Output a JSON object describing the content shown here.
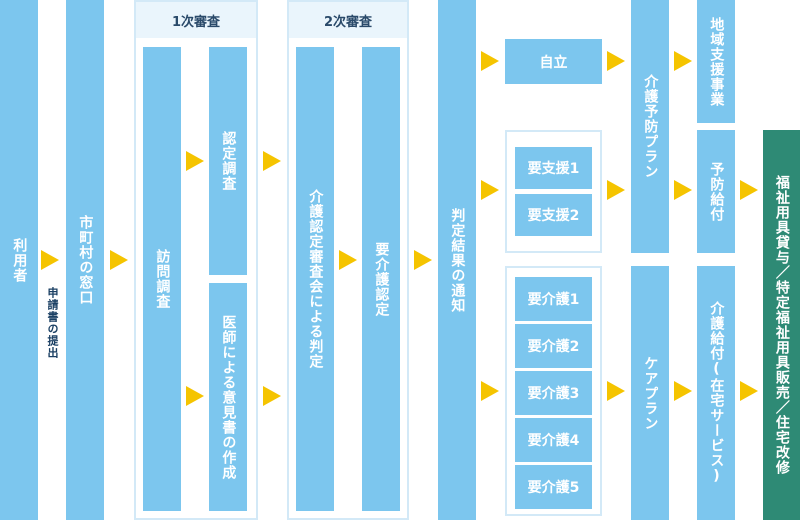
{
  "colors": {
    "box": "#7cc6ee",
    "final": "#2e8a75",
    "arrow": "#f5c400",
    "frame": "#d3e9f7"
  },
  "user": "利用者",
  "application": "申請書の提出",
  "city_window": "市町村の窓口",
  "first_review": {
    "title": "1次審査",
    "visit_survey": "訪問調査",
    "cert_survey": "認定調査",
    "doctor_opinion": "医師による意見書の作成"
  },
  "second_review": {
    "title": "2次審査",
    "committee": "介護認定審査会による判定",
    "cert": "要介護認定"
  },
  "result_notice": "判定結果の通知",
  "independent": "自立",
  "support_levels": [
    "要支援1",
    "要支援2"
  ],
  "care_levels": [
    "要介護1",
    "要介護2",
    "要介護3",
    "要介護4",
    "要介護5"
  ],
  "prevention_plan": "介護予防プラン",
  "care_plan": "ケアプラン",
  "regional_support": "地域支援事業",
  "prevention_benefit": "予防給付",
  "care_benefit": "介護給付(在宅サービス)",
  "final": "福祉用具貸与／特定福祉用具販売／住宅改修"
}
